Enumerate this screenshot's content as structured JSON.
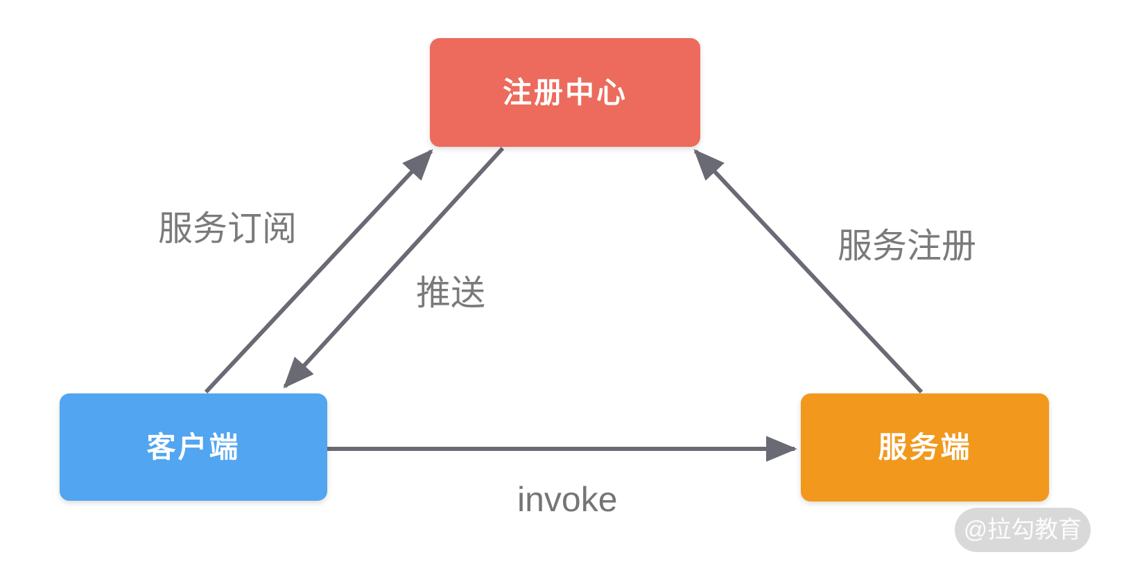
{
  "diagram": {
    "title_hint": "service registry / rpc invocation diagram",
    "nodes": {
      "registry": {
        "label": "注册中心",
        "color": "#ec6b5c"
      },
      "client": {
        "label": "客户端",
        "color": "#52a5f0"
      },
      "server": {
        "label": "服务端",
        "color": "#f2981d"
      }
    },
    "edges": {
      "subscribe": {
        "label": "服务订阅",
        "from": "client",
        "to": "registry"
      },
      "push": {
        "label": "推送",
        "from": "registry",
        "to": "client"
      },
      "register": {
        "label": "服务注册",
        "from": "server",
        "to": "registry"
      },
      "invoke": {
        "label": "invoke",
        "from": "client",
        "to": "server"
      }
    },
    "colors": {
      "arrow": "#6a6a74",
      "edge_label_text": "#7a7a7a",
      "node_text": "#ffffff",
      "watermark_bg": "#d9d9d9",
      "watermark_text": "#ffffff"
    },
    "watermark": {
      "text": "@拉勾教育"
    }
  }
}
